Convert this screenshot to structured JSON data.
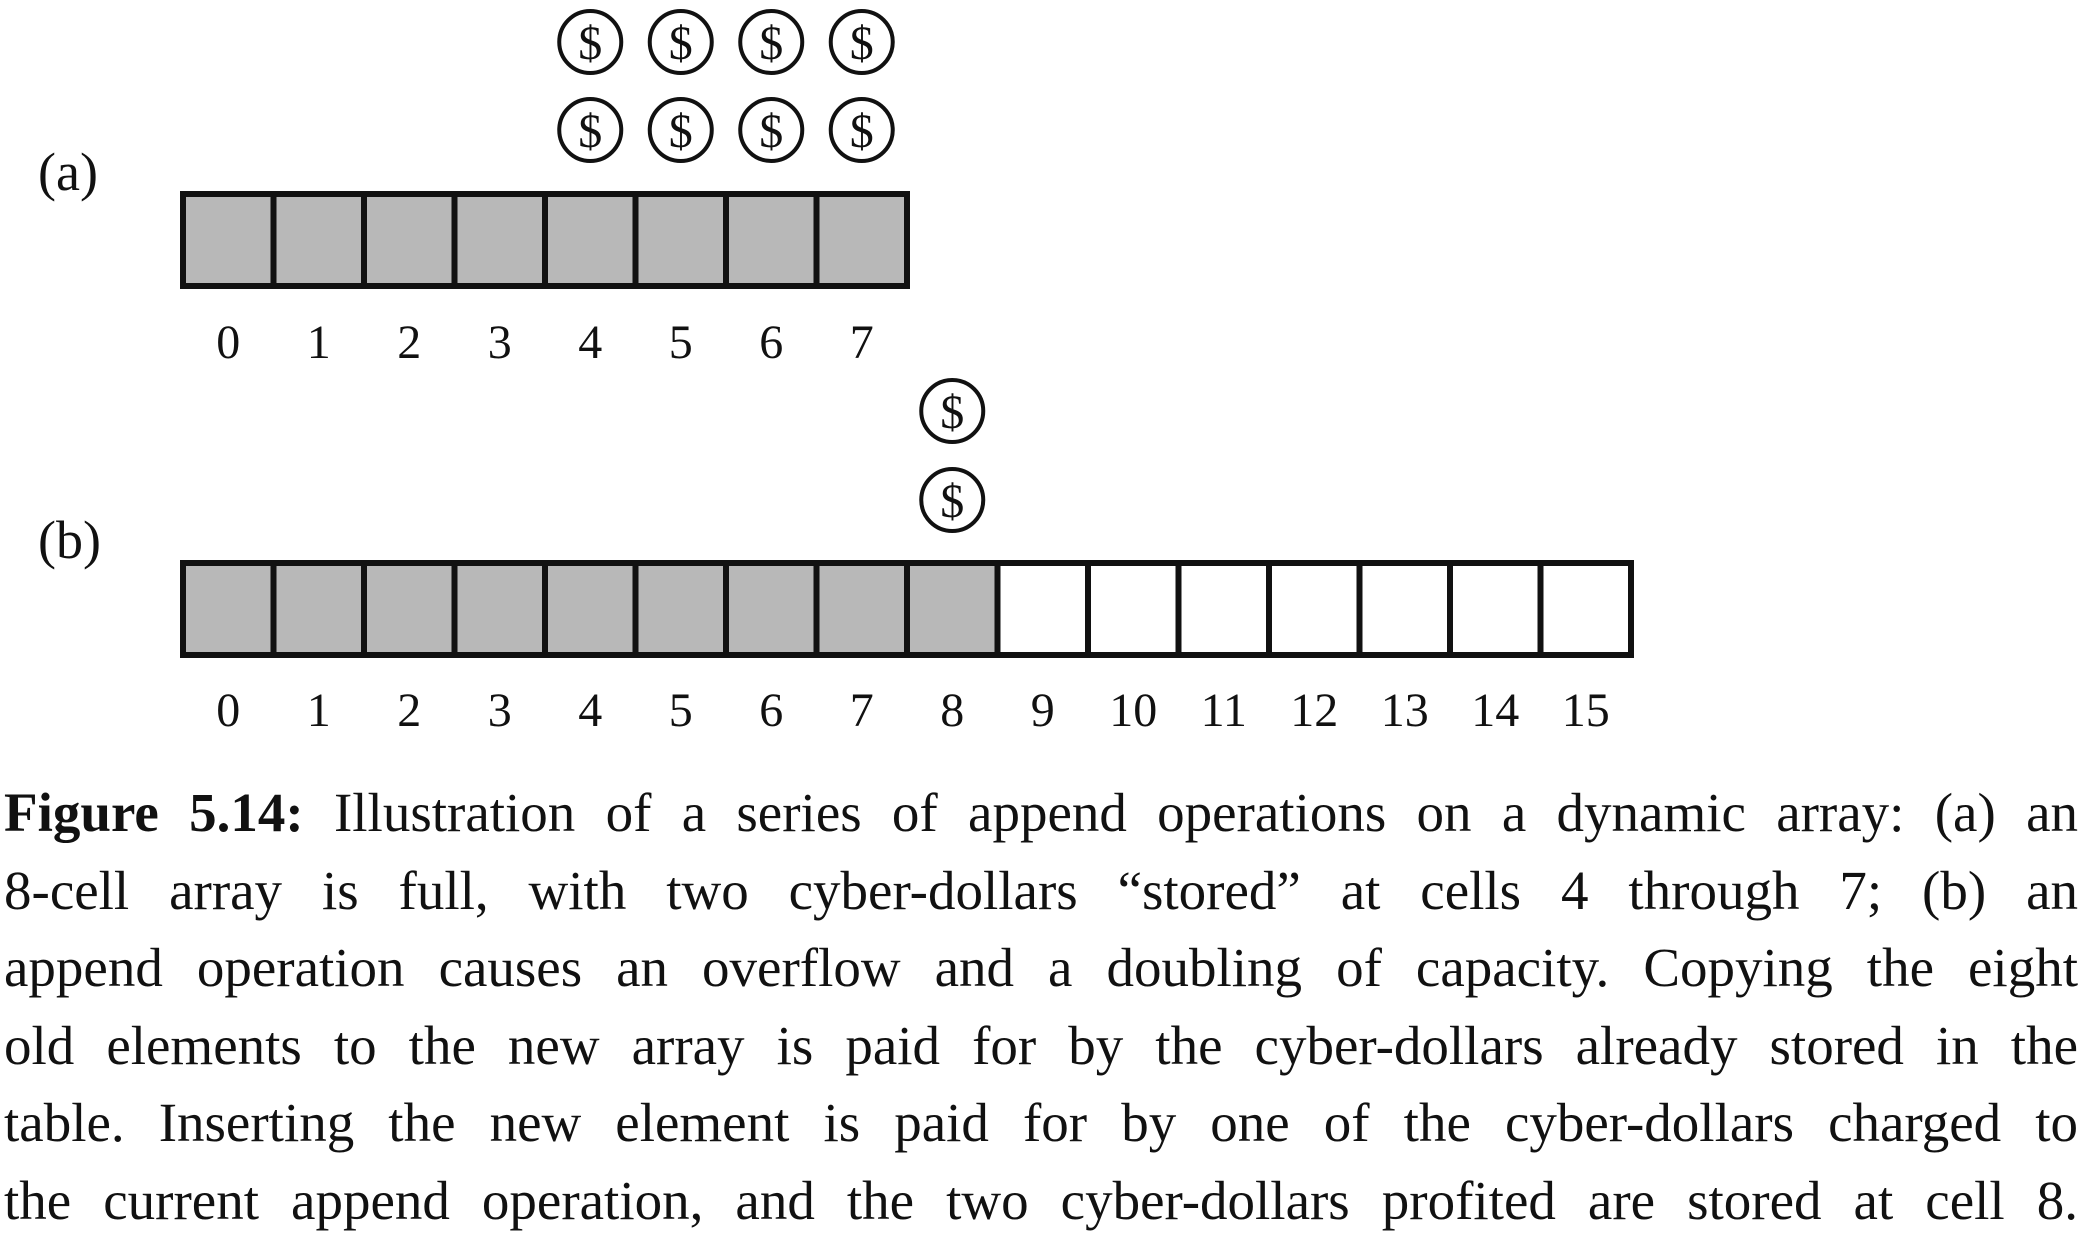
{
  "figure": {
    "panels": [
      {
        "label": "(a)",
        "capacity": 8,
        "filled_cells": 8,
        "indices": [
          "0",
          "1",
          "2",
          "3",
          "4",
          "5",
          "6",
          "7"
        ],
        "coin_stacks": [
          {
            "cell": 4,
            "coins": 2
          },
          {
            "cell": 5,
            "coins": 2
          },
          {
            "cell": 6,
            "coins": 2
          },
          {
            "cell": 7,
            "coins": 2
          }
        ]
      },
      {
        "label": "(b)",
        "capacity": 16,
        "filled_cells": 9,
        "indices": [
          "0",
          "1",
          "2",
          "3",
          "4",
          "5",
          "6",
          "7",
          "8",
          "9",
          "10",
          "11",
          "12",
          "13",
          "14",
          "15"
        ],
        "coin_stacks": [
          {
            "cell": 8,
            "coins": 2
          }
        ]
      }
    ],
    "coin_symbol": "$",
    "colors": {
      "filled_cell": "#b8b8b8",
      "empty_cell": "#ffffff",
      "outline": "#111111"
    }
  },
  "caption": {
    "label": "Figure 5.14:",
    "lines": [
      "Illustration of a series of append operations on a dynamic array: (a) an",
      "8-cell array is full, with two cyber-dollars “stored” at cells 4 through 7; (b) an",
      "append operation causes an overflow and a doubling of capacity. Copying the eight",
      "old elements to the new array is paid for by the cyber-dollars already stored in the",
      "table. Inserting the new element is paid for by one of the cyber-dollars charged to",
      "the current append operation, and the two cyber-dollars profited are stored at cell 8."
    ]
  }
}
